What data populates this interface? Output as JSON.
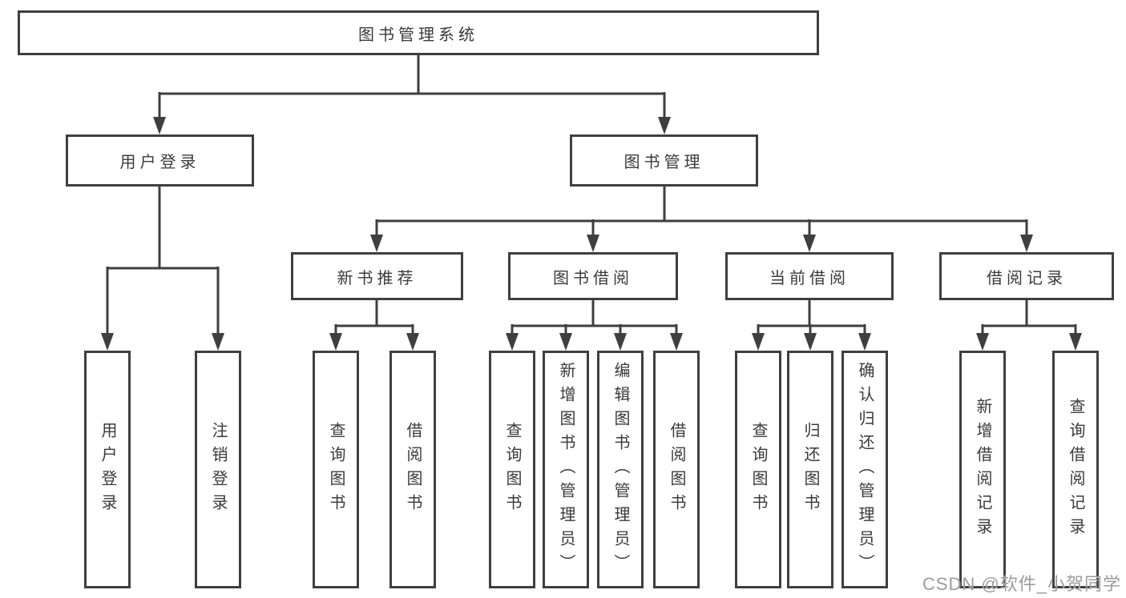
{
  "diagram": {
    "root": {
      "label": "图书管理系统"
    },
    "user_login": {
      "label": "用户登录",
      "children": [
        {
          "label": "用户登录"
        },
        {
          "label": "注销登录"
        }
      ]
    },
    "book_mgmt": {
      "label": "图书管理"
    },
    "new_books": {
      "label": "新书推荐",
      "children": [
        {
          "label": "查询图书"
        },
        {
          "label": "借阅图书"
        }
      ]
    },
    "borrowing": {
      "label": "图书借阅",
      "children": [
        {
          "label": "查询图书"
        },
        {
          "label": "新增图书（管理员）"
        },
        {
          "label": "编辑图书（管理员）"
        },
        {
          "label": "借阅图书"
        }
      ]
    },
    "current": {
      "label": "当前借阅",
      "children": [
        {
          "label": "查询图书"
        },
        {
          "label": "归还图书"
        },
        {
          "label": "确认归还（管理员）"
        }
      ]
    },
    "records": {
      "label": "借阅记录",
      "children": [
        {
          "label": "新增借阅记录"
        },
        {
          "label": "查询借阅记录"
        }
      ]
    }
  },
  "watermark": {
    "text": "CSDN @软件_小贺同学"
  },
  "colors": {
    "line": "#3f3f3f",
    "text": "#3a3a3a",
    "watermark": "#9c9c9c",
    "background": "#ffffff"
  }
}
